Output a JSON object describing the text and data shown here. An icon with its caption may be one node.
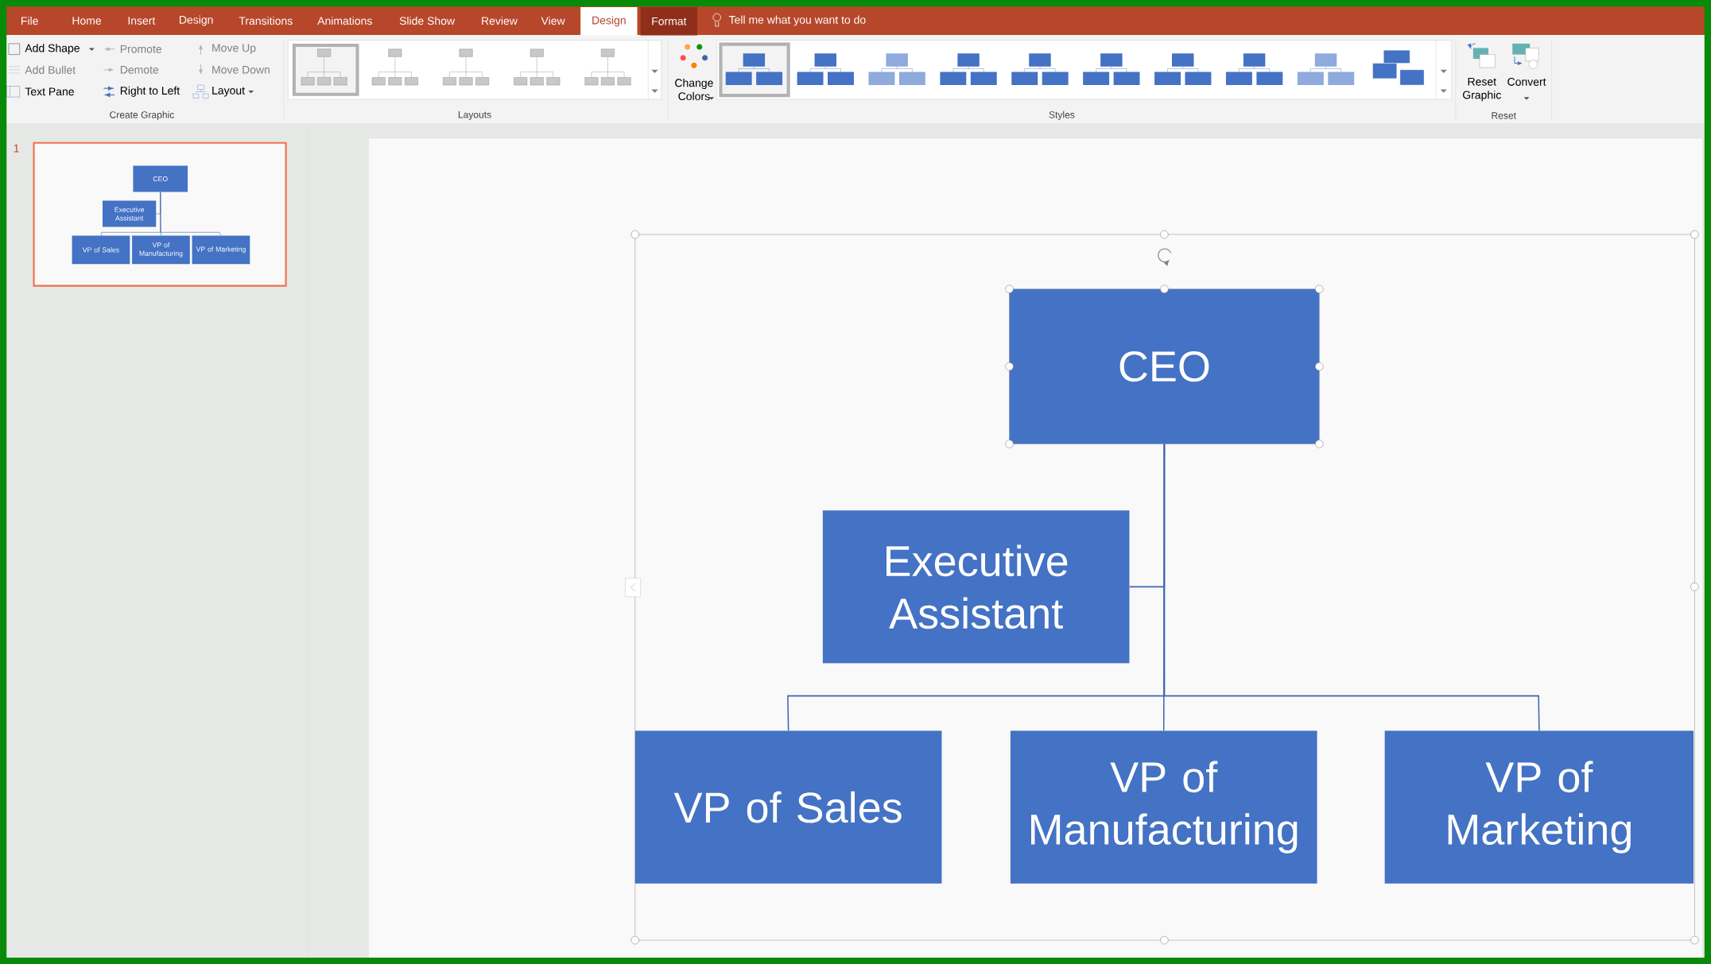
{
  "diagram": {
    "nodes": [
      {
        "text": [
          "CEO"
        ]
      },
      {
        "text": [
          "Executive Assistant"
        ]
      },
      {
        "text": [
          "VP of Sales"
        ]
      },
      {
        "text": [
          "VP of Manufacturing"
        ]
      },
      {
        "text": [
          "VP of Marketing"
        ]
      },
      {
        "text": [
          "CEO"
        ]
      },
      {
        "text": [
          "Executive Assistant"
        ]
      },
      {
        "text": [
          "VP of Sales"
        ]
      },
      {
        "text": [
          "VP of Manufacturing"
        ]
      },
      {
        "text": [
          "VP of Marketing"
        ]
      }
    ],
    "edges": [
      {
        "from": 0,
        "to": 1,
        "arrow": "none"
      },
      {
        "from": 0,
        "to": 2,
        "arrow": "none"
      },
      {
        "from": 0,
        "to": 3,
        "arrow": "none"
      },
      {
        "from": 0,
        "to": 4,
        "arrow": "none"
      },
      {
        "from": 5,
        "to": 6,
        "arrow": "none"
      },
      {
        "from": 5,
        "to": 7,
        "arrow": "none"
      },
      {
        "from": 5,
        "to": 8,
        "arrow": "none"
      },
      {
        "from": 5,
        "to": 9,
        "arrow": "none"
      }
    ],
    "labels": [
      "File",
      "Home",
      "Insert",
      "Design",
      "Transitions",
      "Animations",
      "Slide Show",
      "Review",
      "View",
      "Design",
      "Format",
      "Tell me what you want to do",
      "Add Shape",
      "Promote",
      "Move Up",
      "Add Bullet",
      "Demote",
      "Move Down",
      "Text Pane",
      "Right to Left",
      "Layout",
      "Create Graphic",
      "Layouts",
      "Change Colors",
      "Styles",
      "Reset Graphic",
      "Convert",
      "Reset",
      "1"
    ]
  }
}
